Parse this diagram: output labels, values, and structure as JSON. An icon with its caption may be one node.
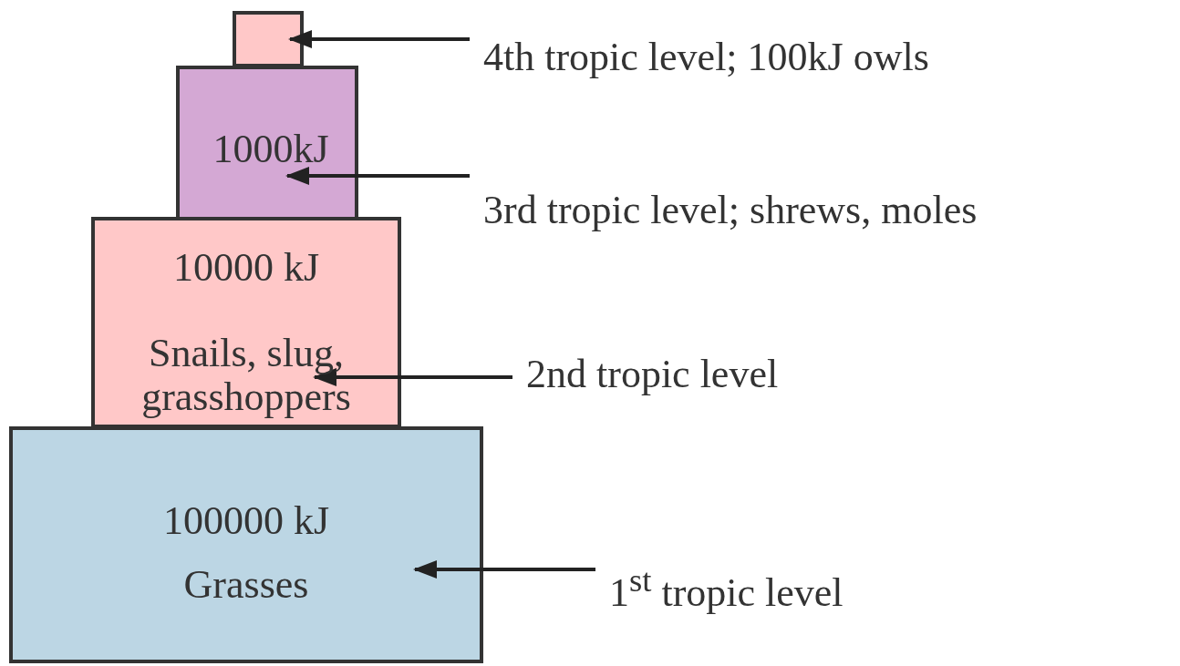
{
  "diagram": {
    "nodes": [
      {
        "text": [],
        "shape": "box"
      },
      {
        "text": [
          "1000kJ"
        ]
      },
      {
        "text": [
          "10000 kJ",
          "Snails, slug, grasshoppers"
        ]
      },
      {
        "text": [
          "100000 kJ",
          "Grasses"
        ]
      },
      {
        "text": [
          "4th tropic level;  100kJ owls"
        ]
      },
      {
        "text": [
          "3rd tropic level;  shrews,  moles"
        ]
      },
      {
        "text": [
          "2nd tropic level"
        ]
      },
      {
        "text": [
          "1$^{st}$ tropic level"
        ]
      }
    ],
    "edges": [
      {
        "from": 4,
        "to": 0,
        "arrow": "to"
      },
      {
        "from": 5,
        "to": 1,
        "arrow": "to"
      },
      {
        "from": 6,
        "to": 2,
        "arrow": "to"
      },
      {
        "from": 7,
        "to": 3,
        "arrow": "to"
      }
    ]
  }
}
